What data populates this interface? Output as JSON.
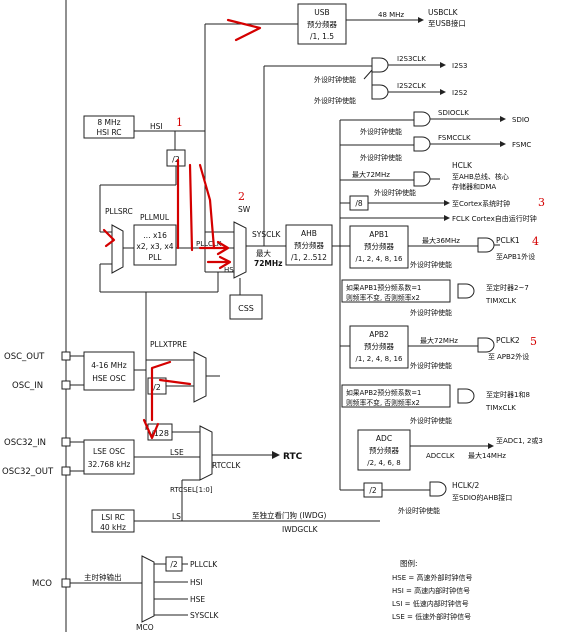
{
  "blocks": {
    "usb": {
      "l1": "USB",
      "l2": "预分频器",
      "l3": "/1, 1.5"
    },
    "hsi_rc": {
      "l1": "8 MHz",
      "l2": "HSI RC"
    },
    "hse_osc": {
      "l1": "4-16 MHz",
      "l2": "HSE OSC"
    },
    "lse_osc": {
      "l1": "LSE OSC",
      "l2": "32.768 kHz"
    },
    "lsi_rc": {
      "l1": "LSI RC",
      "l2": "40 kHz"
    },
    "pll": {
      "l1": "… x16",
      "l2": "x2, x3, x4",
      "l3": "PLL"
    },
    "ahb": {
      "l1": "AHB",
      "l2": "预分频器",
      "l3": "/1, 2..512"
    },
    "apb1": {
      "l1": "APB1",
      "l2": "预分频器",
      "l3": "/1, 2, 4, 8, 16"
    },
    "apb2": {
      "l1": "APB2",
      "l2": "预分频器",
      "l3": "/1, 2, 4, 8, 16"
    },
    "adc": {
      "l1": "ADC",
      "l2": "预分频器",
      "l3": "/2, 4, 6, 8"
    },
    "apb1_tim_note": {
      "l1": "如果APB1预分频系数=1",
      "l2": "则频率不变, 否则频率x2"
    },
    "apb2_tim_note": {
      "l1": "如果APB2预分频系数=1",
      "l2": "则频率不变, 否则频率x2"
    },
    "css": "CSS",
    "div2_hsi": "/2",
    "div2_hse": "/2",
    "div128": "/128",
    "div8": "/8",
    "div2_sdio": "/2",
    "div2_mco": "/2"
  },
  "labels": {
    "hsi": "HSI",
    "pllsrc": "PLLSRC",
    "pllmul": "PLLMUL",
    "sw": "SW",
    "sysclk": "SYSCLK",
    "max72": "最大",
    "max72b": "72MHz",
    "pllclk_in": "PLLCLK",
    "hse_in": "HSE",
    "pllxtpre": "PLLXTPRE",
    "lse": "LSE",
    "lsi": "LSI",
    "rtcclk": "RTCCLK",
    "rtcsel": "RTCSEL[1:0]",
    "rtc": "RTC",
    "iwdg_to": "至独立看门狗 (IWDG)",
    "iwdgclk": "IWDGCLK",
    "osc_out": "OSC_OUT",
    "osc_in": "OSC_IN",
    "osc32_in": "OSC32_IN",
    "osc32_out": "OSC32_OUT",
    "mco": "MCO",
    "mco_out": "主时钟输出",
    "mco_mux": "MCO",
    "mco_pllclk": "PLLCLK",
    "mco_hsi": "HSI",
    "mco_hse": "HSE",
    "mco_sysclk": "SYSCLK",
    "usb_40": "48 MHz",
    "usbclk": "USBCLK",
    "usb_to": "至USB接口",
    "i2s3clk": "I2S3CLK",
    "i2s3": "I2S3",
    "i2s2clk": "I2S2CLK",
    "i2s2": "I2S2",
    "periph_en": "外设时钟使能",
    "sdioclk": "SDIOCLK",
    "sdio": "SDIO",
    "fsmcclk": "FSMCCLK",
    "fsmc": "FSMC",
    "max72_ahb": "最大72MHz",
    "hclk": "HCLK",
    "hclk_to1": "至AHB总线、核心",
    "hclk_to2": "存储器和DMA",
    "cortex_to": "至Cortex系统时钟",
    "fclk": "FCLK Cortex自由运行时钟",
    "max36": "最大36MHz",
    "pclk1": "PCLK1",
    "apb1_to": "至APB1外设",
    "tim27_to": "至定时器2~7",
    "timxclk": "TIMXCLK",
    "max72_apb2": "最大72MHz",
    "pclk2": "PCLK2",
    "apb2_to": "APB2外设",
    "apb2_to_pre": "至",
    "tim18_to": "至定时器1和8",
    "timxclk2": "TIMxCLK",
    "adc_to": "至ADC1, 2或3",
    "adcclk": "ADCCLK",
    "max14": "最大14MHz",
    "hclk2": "HCLK/2",
    "sdio_ahb_to": "至SDIO的AHB接口"
  },
  "legend": {
    "title": "图例:",
    "items": [
      "HSE = 高速外部时钟信号",
      "HSI = 高速内部时钟信号",
      "LSI = 低速内部时钟信号",
      "LSE = 低速外部时钟信号"
    ]
  },
  "annotations": {
    "n1": "1",
    "n2": "2",
    "n3": "3",
    "n4": "4",
    "n5": "5",
    "ink_color": "#d40000"
  }
}
